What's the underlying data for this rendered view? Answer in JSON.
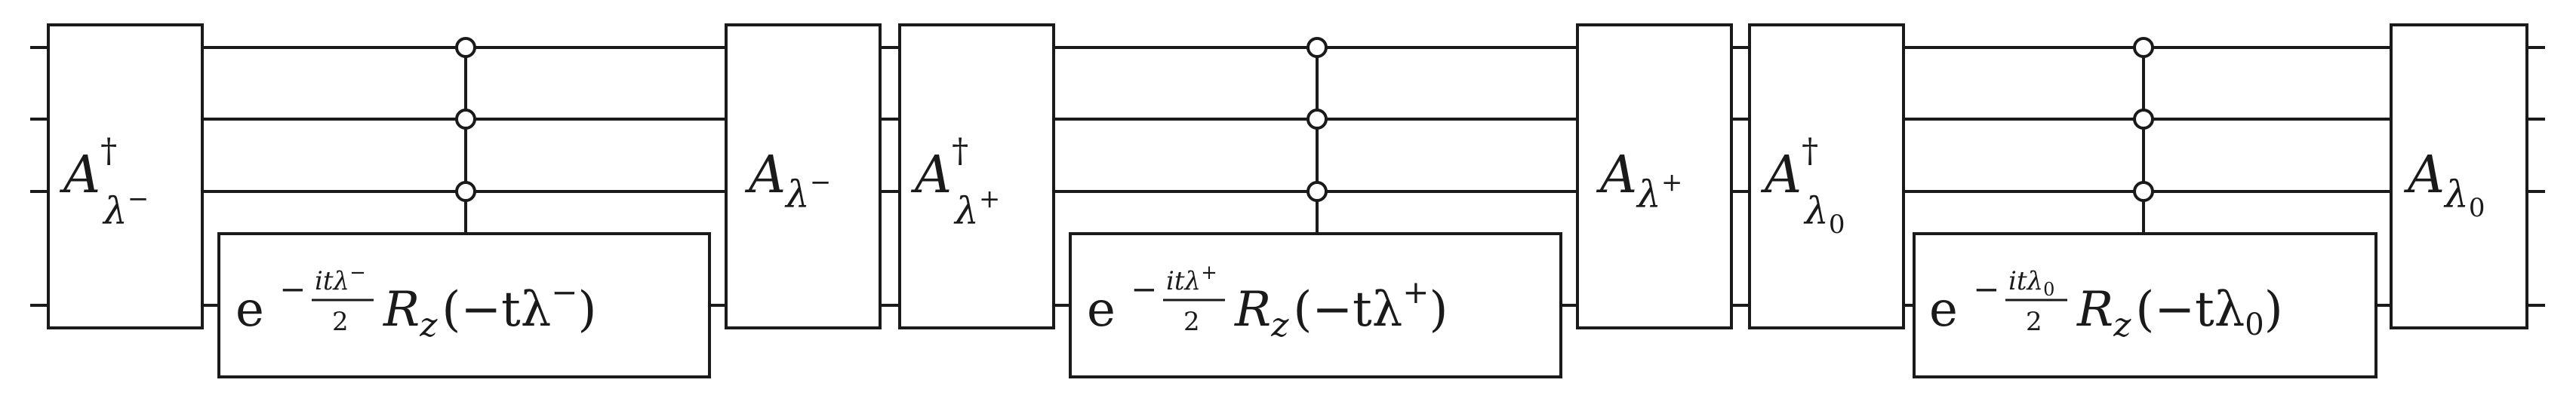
{
  "circuit": {
    "num_wires": 4,
    "stages": [
      {
        "prep": {
          "base": "A",
          "dagger": "†",
          "sub": "λ",
          "sub_sup": "−",
          "sub_index": ""
        },
        "phase": {
          "e": "e",
          "exp_sign": "−",
          "exp_num": "itλ",
          "exp_num_sup": "−",
          "exp_num_index": "",
          "exp_den": "2",
          "op": "R",
          "op_sub": "z",
          "arg_open": "(−tλ",
          "arg_sup": "−",
          "arg_index": "",
          "arg_close": ")"
        },
        "unprep": {
          "base": "A",
          "sub": "λ",
          "sub_sup": "−",
          "sub_index": ""
        }
      },
      {
        "prep": {
          "base": "A",
          "dagger": "†",
          "sub": "λ",
          "sub_sup": "+",
          "sub_index": ""
        },
        "phase": {
          "e": "e",
          "exp_sign": "−",
          "exp_num": "itλ",
          "exp_num_sup": "+",
          "exp_num_index": "",
          "exp_den": "2",
          "op": "R",
          "op_sub": "z",
          "arg_open": "(−tλ",
          "arg_sup": "+",
          "arg_index": "",
          "arg_close": ")"
        },
        "unprep": {
          "base": "A",
          "sub": "λ",
          "sub_sup": "+",
          "sub_index": ""
        }
      },
      {
        "prep": {
          "base": "A",
          "dagger": "†",
          "sub": "λ",
          "sub_sup": "",
          "sub_index": "0"
        },
        "phase": {
          "e": "e",
          "exp_sign": "−",
          "exp_num": "itλ",
          "exp_num_sup": "",
          "exp_num_index": "0",
          "exp_den": "2",
          "op": "R",
          "op_sub": "z",
          "arg_open": "(−tλ",
          "arg_sup": "",
          "arg_index": "0",
          "arg_close": ")"
        },
        "unprep": {
          "base": "A",
          "sub": "λ",
          "sub_sup": "",
          "sub_index": "0"
        }
      }
    ]
  }
}
